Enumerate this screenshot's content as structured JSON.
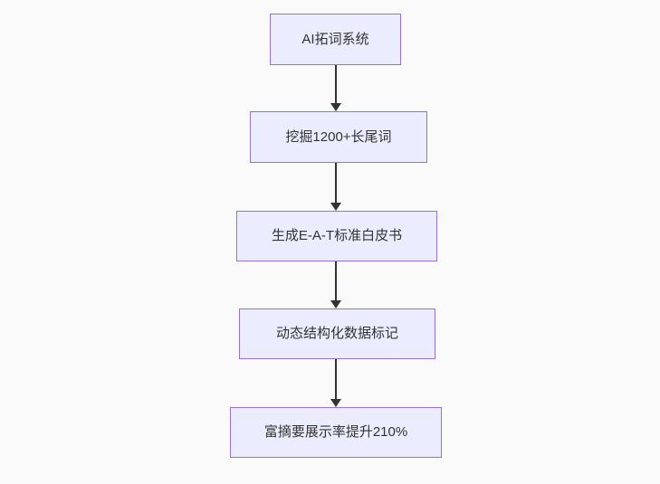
{
  "diagram": {
    "type": "flowchart",
    "direction": "top-down",
    "colors": {
      "background": "#fafafa",
      "node_fill": "#ececff",
      "node_border": "#9370db",
      "node_text": "#333333",
      "arrow": "#333333"
    },
    "nodes": [
      {
        "id": "n1",
        "label": "AI拓词系统"
      },
      {
        "id": "n2",
        "label": "挖掘1200+长尾词"
      },
      {
        "id": "n3",
        "label": "生成E-A-T标准白皮书"
      },
      {
        "id": "n4",
        "label": "动态结构化数据标记"
      },
      {
        "id": "n5",
        "label": "富摘要展示率提升210%"
      }
    ],
    "edges": [
      {
        "from": "n1",
        "to": "n2"
      },
      {
        "from": "n2",
        "to": "n3"
      },
      {
        "from": "n3",
        "to": "n4"
      },
      {
        "from": "n4",
        "to": "n5"
      }
    ]
  }
}
